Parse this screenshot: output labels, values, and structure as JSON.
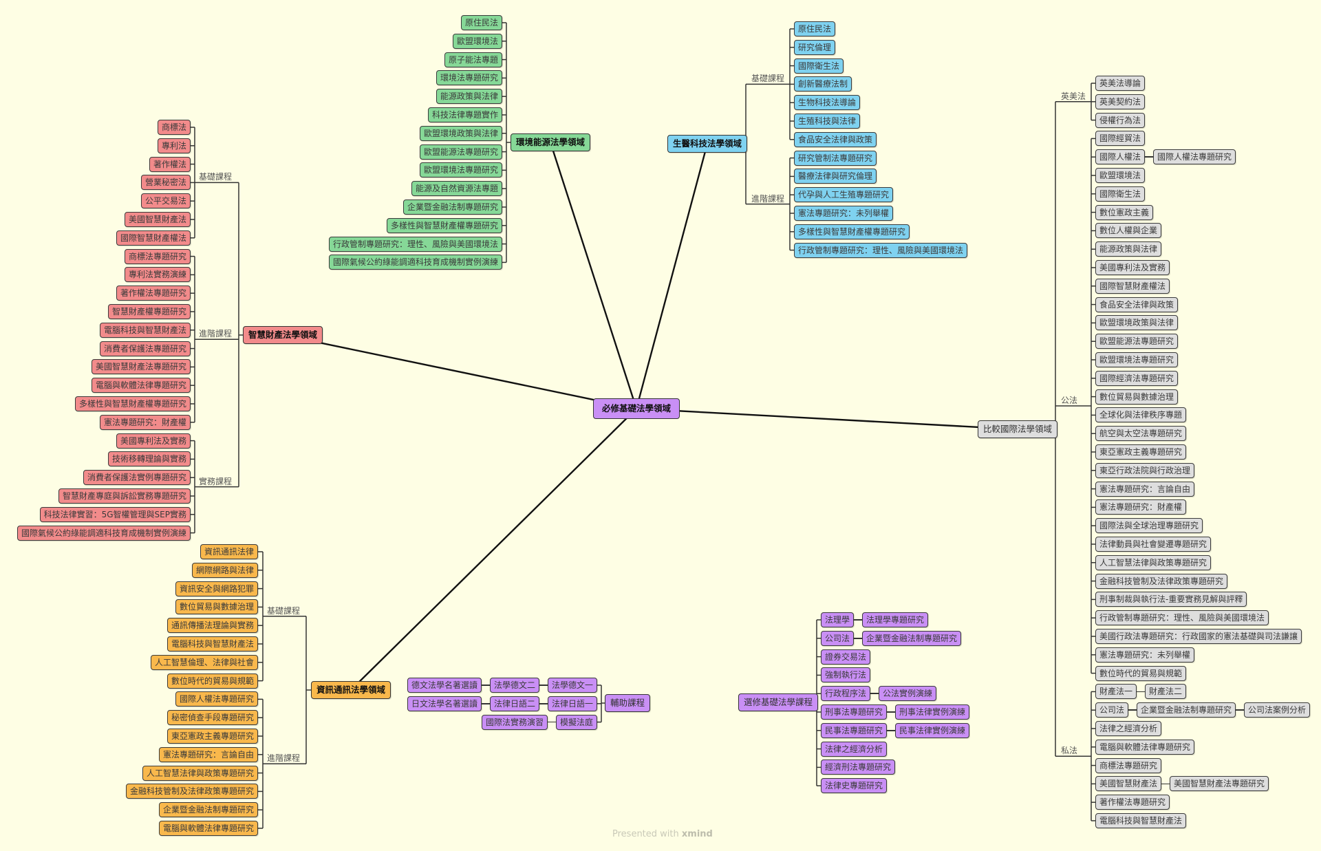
{
  "center": "必修基礎法學領域",
  "colors": {
    "ip": "#f28b8b",
    "env": "#86d897",
    "bio": "#7fd2f0",
    "comp": "#dedede",
    "ict": "#f9b84c",
    "elective": "#c98ff5",
    "aux": "#c98ff5",
    "center": "#c98ff5"
  },
  "branches": {
    "ip": {
      "title": "智慧財產法學領域",
      "groups": [
        {
          "label": "基礎課程",
          "items": [
            "商標法",
            "專利法",
            "著作權法",
            "營業秘密法",
            "公平交易法",
            "美國智慧財產法",
            "國際智慧財產權法"
          ]
        },
        {
          "label": "進階課程",
          "items": [
            "商標法專題研究",
            "專利法實務演練",
            "著作權法專題研究",
            "智慧財產權專題研究",
            "電腦科技與智慧財產法",
            "消費者保護法專題研究",
            "美國智慧財產法專題研究",
            "電腦與軟體法律專題研究",
            "多樣性與智慧財產權專題研究",
            "憲法專題研究：財產權"
          ]
        },
        {
          "label": "實務課程",
          "items": [
            "美國專利法及實務",
            "技術移轉理論與實務",
            "消費者保護法實例專題研究",
            "智慧財產專庭與訴訟實務專題研究",
            "科技法律實習：5G智權管理與SEP實務",
            "國際氣候公約綠能調適科技育成機制實例演練"
          ]
        }
      ]
    },
    "env": {
      "title": "環境能源法學領域",
      "groups": [
        {
          "items": [
            "原住民法",
            "歐盟環境法",
            "原子能法專題",
            "環境法專題研究",
            "能源政策與法律",
            "科技法律專題實作",
            "歐盟環境政策與法律",
            "歐盟能源法專題研究",
            "歐盟環境法專題研究",
            "能源及自然資源法專題",
            "企業暨金融法制專題研究",
            "多樣性與智慧財產權專題研究",
            "行政管制專題研究：理性、風險與美國環境法",
            "國際氣候公約綠能調適科技育成機制實例演練"
          ]
        }
      ]
    },
    "bio": {
      "title": "生醫科技法學領域",
      "groups": [
        {
          "label": "基礎課程",
          "items": [
            "原住民法",
            "研究倫理",
            "國際衛生法",
            "創新醫療法制",
            "生物科技法導論",
            "生殖科技與法律",
            "食品安全法律與政策"
          ]
        },
        {
          "label": "進階課程",
          "items": [
            "研究管制法專題研究",
            "醫療法律與研究倫理",
            "代孕與人工生殖專題研究",
            "憲法專題研究：未列舉權",
            "多樣性與智慧財產權專題研究",
            "行政管制專題研究：理性、風險與美國環境法"
          ]
        }
      ]
    },
    "comp": {
      "title": "比較國際法學領域",
      "groups": [
        {
          "label": "英美法",
          "items": [
            "英美法導論",
            "英美契約法",
            "侵權行為法"
          ]
        },
        {
          "label": "公法",
          "items": [
            "國際經貿法",
            [
              "國際人權法",
              "國際人權法專題研究"
            ],
            "歐盟環境法",
            "國際衛生法",
            "數位憲政主義",
            "數位人權與企業",
            "能源政策與法律",
            "美國專利法及實務",
            "國際智慧財產權法",
            "食品安全法律與政策",
            "歐盟環境政策與法律",
            "歐盟能源法專題研究",
            "歐盟環境法專題研究",
            "國際經濟法專題研究",
            "數位貿易與數據治理",
            "全球化與法律秩序專題",
            "航空與太空法專題研究",
            "東亞憲政主義專題研究",
            "東亞行政法院與行政治理",
            "憲法專題研究：言論自由",
            "憲法專題研究：財產權",
            "國際法與全球治理專題研究",
            "法律動員與社會變遷專題研究",
            "人工智慧法律與政策專題研究",
            "金融科技管制及法律政策專題研究",
            "刑事制裁與執行法-重要實務見解與評釋",
            "行政管制專題研究：理性、風險與美國環境法",
            "美國行政法專題研究：行政國家的憲法基礎與司法謙讓",
            "憲法專題研究：未列舉權",
            "數位時代的貿易與規範"
          ]
        },
        {
          "label": "私法",
          "items": [
            [
              "財產法一",
              "財產法二"
            ],
            [
              "公司法",
              "企業暨金融法制專題研究",
              "公司法案例分析"
            ],
            "法律之經濟分析",
            "電腦與軟體法律專題研究",
            "商標法專題研究",
            [
              "美國智慧財產法",
              "美國智慧財產法專題研究"
            ],
            "著作權法專題研究",
            "電腦科技與智慧財產法"
          ]
        }
      ]
    },
    "ict": {
      "title": "資訊通訊法學領域",
      "groups": [
        {
          "label": "基礎課程",
          "items": [
            "資訊通訊法律",
            "網際網路與法律",
            "資訊安全與網路犯罪",
            "數位貿易與數據治理",
            "通訊傳播法理論與實務",
            "電腦科技與智慧財產法",
            "人工智慧倫理、法律與社會",
            "數位時代的貿易與規範"
          ]
        },
        {
          "label": "進階課程",
          "items": [
            "國際人權法專題研究",
            "秘密偵查手段專題研究",
            "東亞憲政主義專題研究",
            "憲法專題研究：言論自由",
            "人工智慧法律與政策專題研究",
            "金融科技管制及法律政策專題研究",
            "企業暨金融法制專題研究",
            "電腦與軟體法律專題研究"
          ]
        }
      ]
    },
    "elective": {
      "title": "選修基礎法學課程",
      "groups": [
        {
          "items": [
            [
              "法理學",
              "法理學專題研究"
            ],
            [
              "公司法",
              "企業暨金融法制專題研究"
            ],
            "證券交易法",
            "強制執行法",
            [
              "行政程序法",
              "公法實例演練"
            ],
            [
              "刑事法專題研究",
              "刑事法律實例演練"
            ],
            [
              "民事法專題研究",
              "民事法律實例演練"
            ],
            "法律之經濟分析",
            "經濟刑法專題研究",
            "法律史專題研究"
          ]
        }
      ]
    },
    "aux": {
      "title": "輔助課程",
      "groups": [
        {
          "items": [
            [
              "法學德文一",
              "法學德文二",
              "德文法學名著選讀"
            ],
            [
              "法律日語一",
              "法律日語二",
              "日文法學名著選讀"
            ],
            [
              "模擬法庭",
              "國際法實務演習"
            ]
          ]
        }
      ]
    }
  },
  "footer": {
    "prefix": "Presented with",
    "brand": "xmind"
  }
}
